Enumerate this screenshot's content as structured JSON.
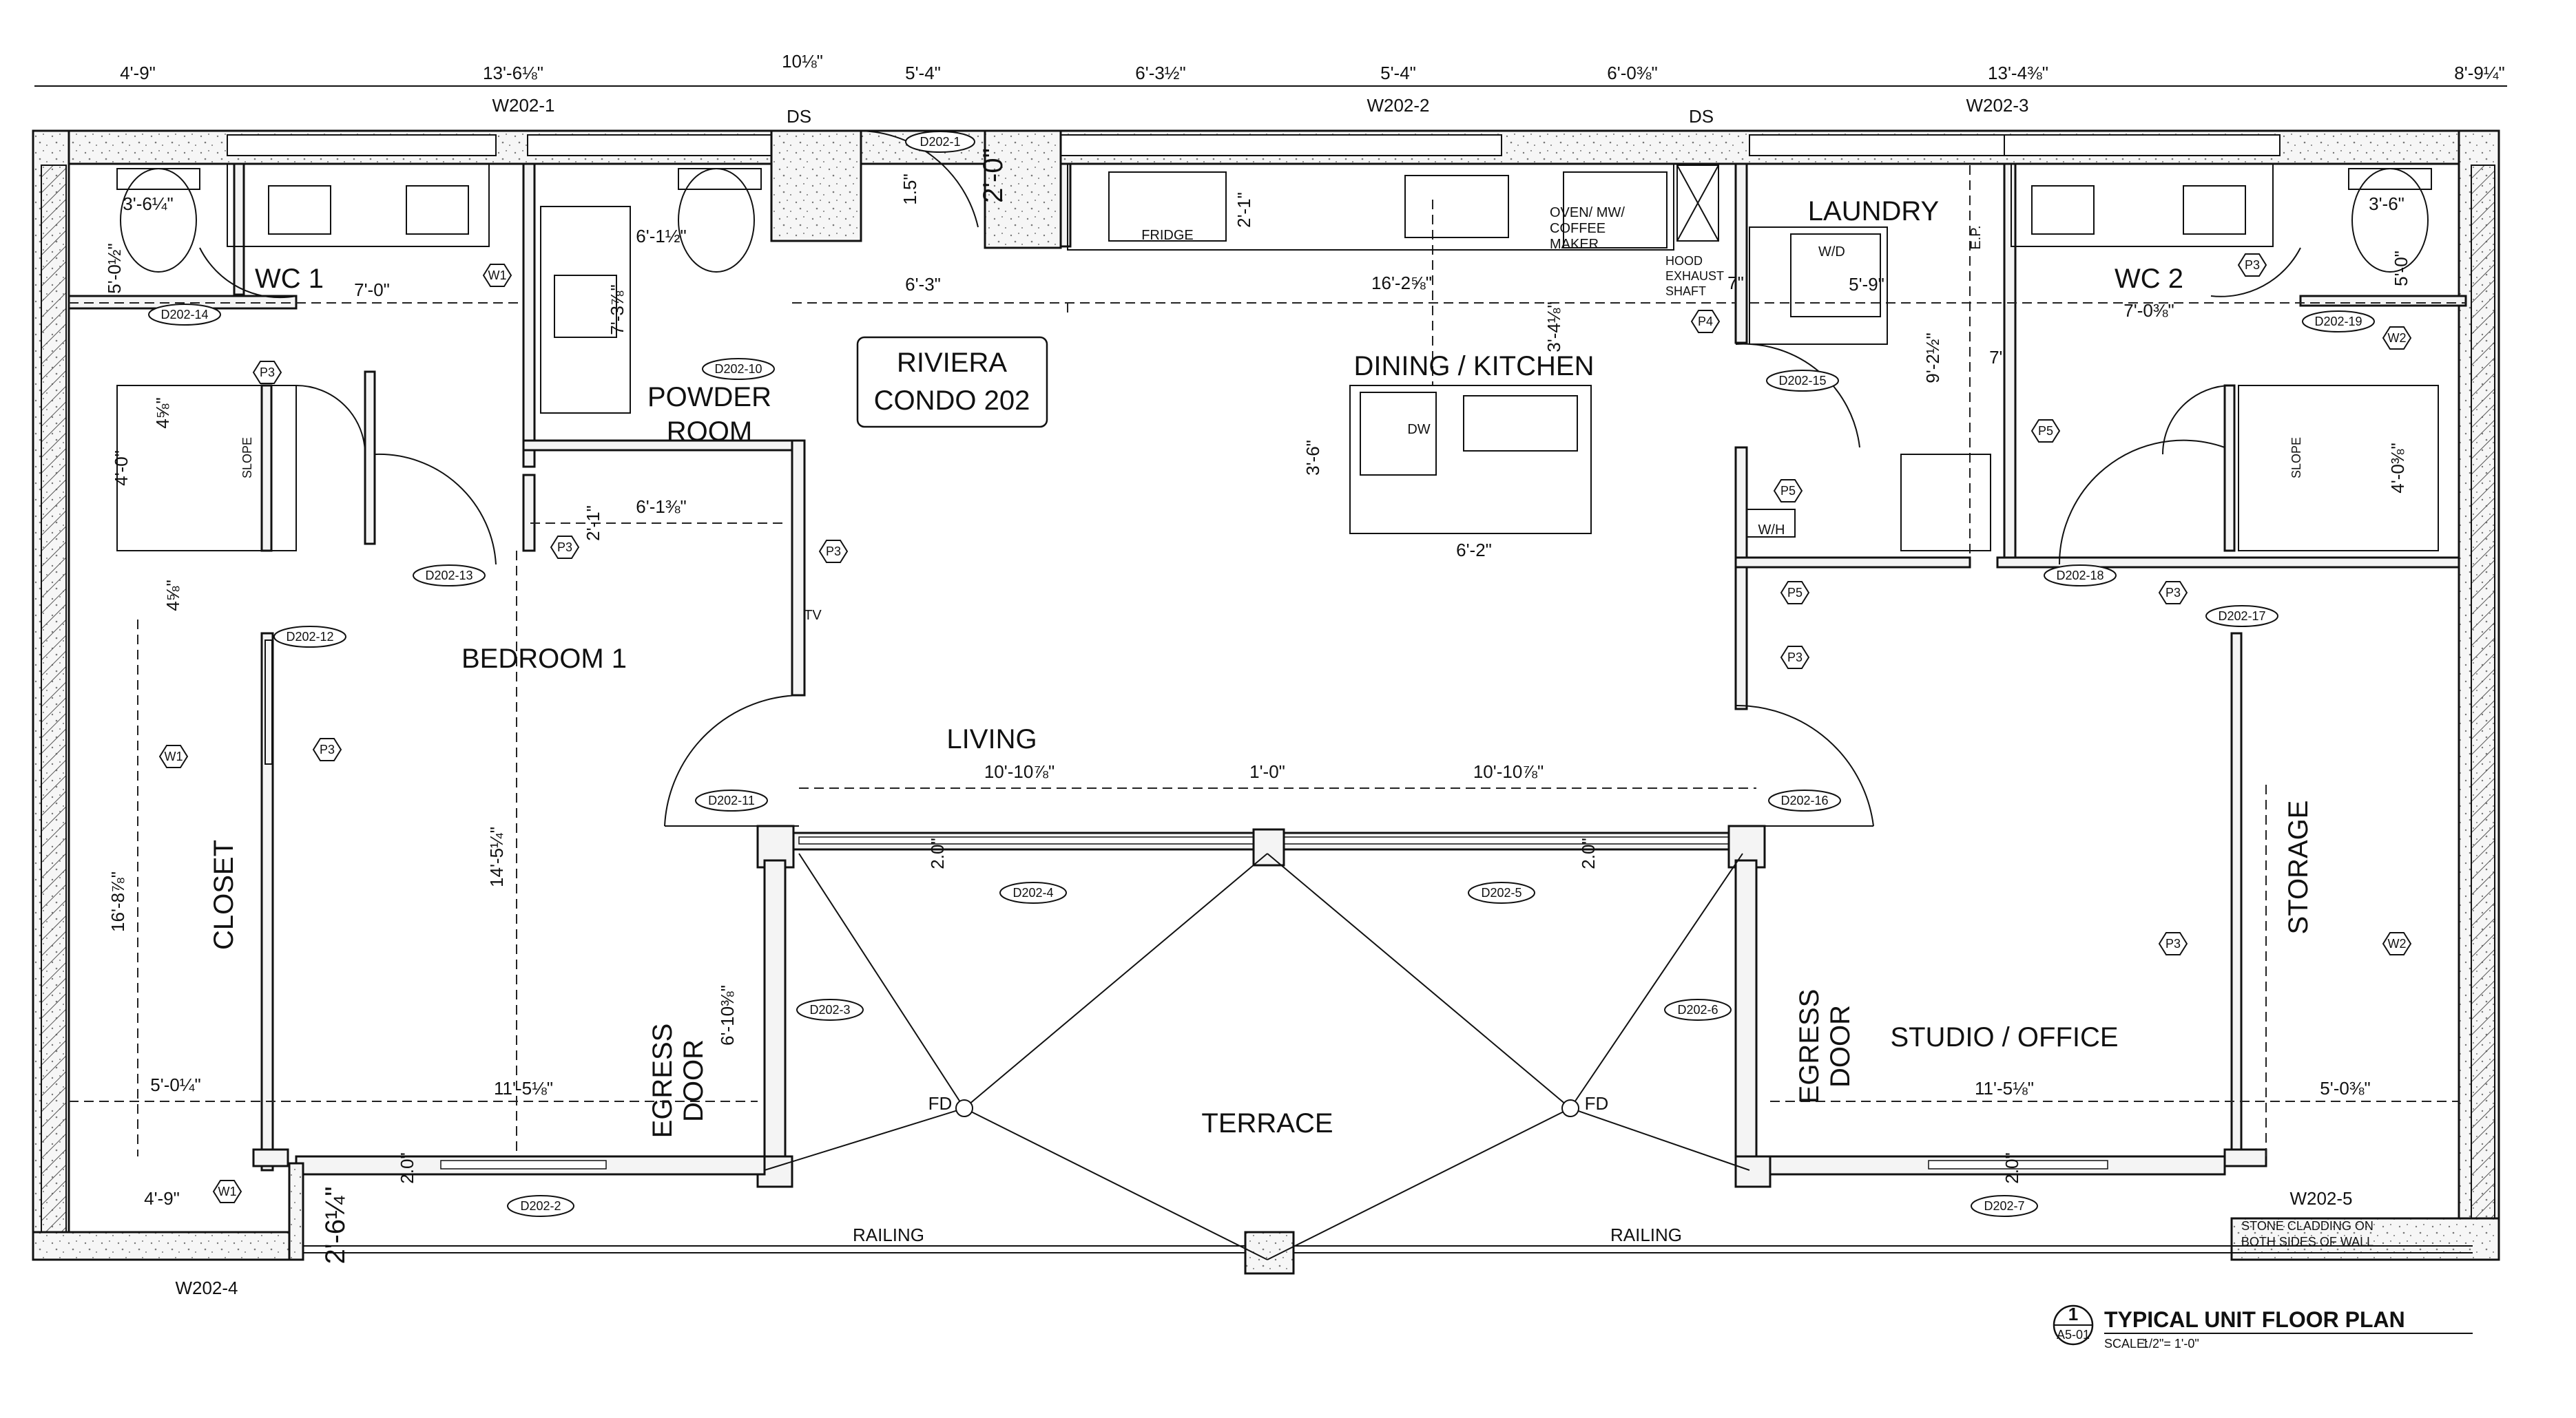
{
  "project": {
    "name_line1": "RIVIERA",
    "name_line2": "CONDO 202"
  },
  "rooms": {
    "wc1": "WC 1",
    "powder_line1": "POWDER",
    "powder_line2": "ROOM",
    "bedroom1": "BEDROOM 1",
    "closet": "CLOSET",
    "living": "LIVING",
    "dining_kitchen": "DINING / KITCHEN",
    "laundry": "LAUNDRY",
    "wc2": "WC 2",
    "storage": "STORAGE",
    "studio_office": "STUDIO / OFFICE",
    "terrace": "TERRACE"
  },
  "fixtures": {
    "fridge": "FRIDGE",
    "oven_line1": "OVEN/ MW/",
    "oven_line2": "COFFEE",
    "oven_line3": "MAKER",
    "hood_line1": "HOOD",
    "hood_line2": "EXHAUST",
    "hood_line3": "SHAFT",
    "wd": "W/D",
    "wh": "W/H",
    "dw": "DW",
    "tv": "TV",
    "ep": "E.P.",
    "ds_left": "DS",
    "ds_right": "DS",
    "fd_left": "FD",
    "fd_right": "FD",
    "slope_left": "SLOPE",
    "slope_right": "SLOPE",
    "egress_left_1": "EGRESS",
    "egress_left_2": "DOOR",
    "egress_right_1": "EGRESS",
    "egress_right_2": "DOOR",
    "railing_left": "RAILING",
    "railing_right": "RAILING",
    "stone_line1": "STONE CLADDING ON",
    "stone_line2": "BOTH SIDES OF WALL"
  },
  "windows": {
    "w202_1": "W202-1",
    "w202_2": "W202-2",
    "w202_3": "W202-3",
    "w202_4": "W202-4",
    "w202_5": "W202-5"
  },
  "top_dimensions": {
    "d1": "4'-9\"",
    "d2": "13'-6⅛\"",
    "d3": "10⅛\"",
    "d4": "5'-4\"",
    "d5": "6'-3½\"",
    "d6": "5'-4\"",
    "d7": "6'-0⅜\"",
    "d8": "13'-4⅜\"",
    "d9": "8'-9¼\""
  },
  "interior_dimensions": {
    "wc1_w": "7'-0\"",
    "wc1_toilet": "3'-6¼\"",
    "wc1_h": "5'-0½\"",
    "powder_w": "6'-1½\"",
    "powder_h": "7'-3⅞\"",
    "hall_w": "6'-1⅜\"",
    "hall_h": "2'-1\"",
    "shower1_w": "4⅝\"",
    "shower1_h": "4'-0\"",
    "closet_off": "4⅝\"",
    "closet_h": "16'-8⅞\"",
    "bedroom_h": "14'-5¼\"",
    "closet_w": "5'-0¼\"",
    "bedroom_w": "11'-5⅛\"",
    "wc1_bottom": "4'-9\"",
    "bottom_left": "2'-6¼\"",
    "entry_w": "6'-3\"",
    "entry_15": "1.5\"",
    "entry_20": "2'-0\"",
    "fridge_h": "2'-1\"",
    "kitchen_w": "16'-2⅝\"",
    "kitchen_depth": "3'-4⅛\"",
    "island_h": "3'-6\"",
    "island_w": "6'-2\"",
    "hood_7": "7\"",
    "laundry_w": "5'-9\"",
    "laundry_h": "9'-2½\"",
    "laundry_7": "7\"",
    "wc2_w": "7'-0⅜\"",
    "wc2_toilet": "3'-6\"",
    "wc2_h": "5'-0\"",
    "shower2_h": "4'-0⅜\"",
    "living_left": "10'-10⅞\"",
    "living_mid": "1'-0\"",
    "living_right": "10'-10⅞\"",
    "terrace_h": "6'-10⅜\"",
    "studio_w": "11'-5⅛\"",
    "storage_w": "5'-0⅜\"",
    "door_20_a": "2.0\"",
    "door_20_b": "2.0\"",
    "door_20_c": "2.0\"",
    "door_20_d": "2.0\""
  },
  "door_tags": {
    "d202_1": "D202-1",
    "d202_2": "D202-2",
    "d202_3": "D202-3",
    "d202_4": "D202-4",
    "d202_5": "D202-5",
    "d202_6": "D202-6",
    "d202_7": "D202-7",
    "d202_10": "D202-10",
    "d202_11": "D202-11",
    "d202_12": "D202-12",
    "d202_13": "D202-13",
    "d202_14": "D202-14",
    "d202_15": "D202-15",
    "d202_16": "D202-16",
    "d202_17": "D202-17",
    "d202_18": "D202-18",
    "d202_19": "D202-19"
  },
  "wall_tags": {
    "w1": "W1",
    "w2": "W2",
    "p3": "P3",
    "p4": "P4",
    "p5": "P5"
  },
  "title_block": {
    "number": "1",
    "sheet": "A5-01",
    "title": "TYPICAL UNIT FLOOR PLAN",
    "scale_label": "SCALE:",
    "scale_value": "1/2\"= 1'-0\""
  }
}
